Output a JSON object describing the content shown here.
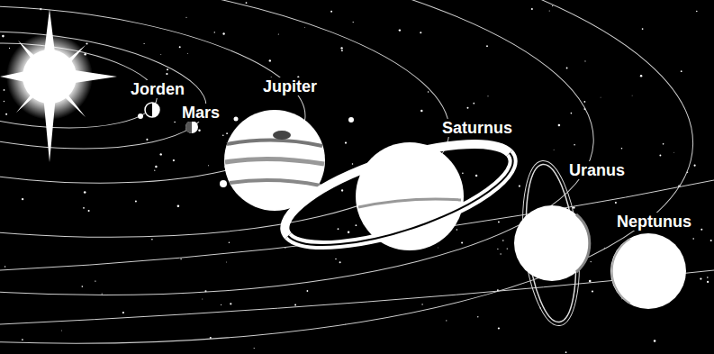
{
  "diagram": {
    "labels": [
      "Jorden",
      "Mars",
      "Jupiter",
      "Saturnus",
      "Uranus",
      "Neptunus"
    ]
  }
}
